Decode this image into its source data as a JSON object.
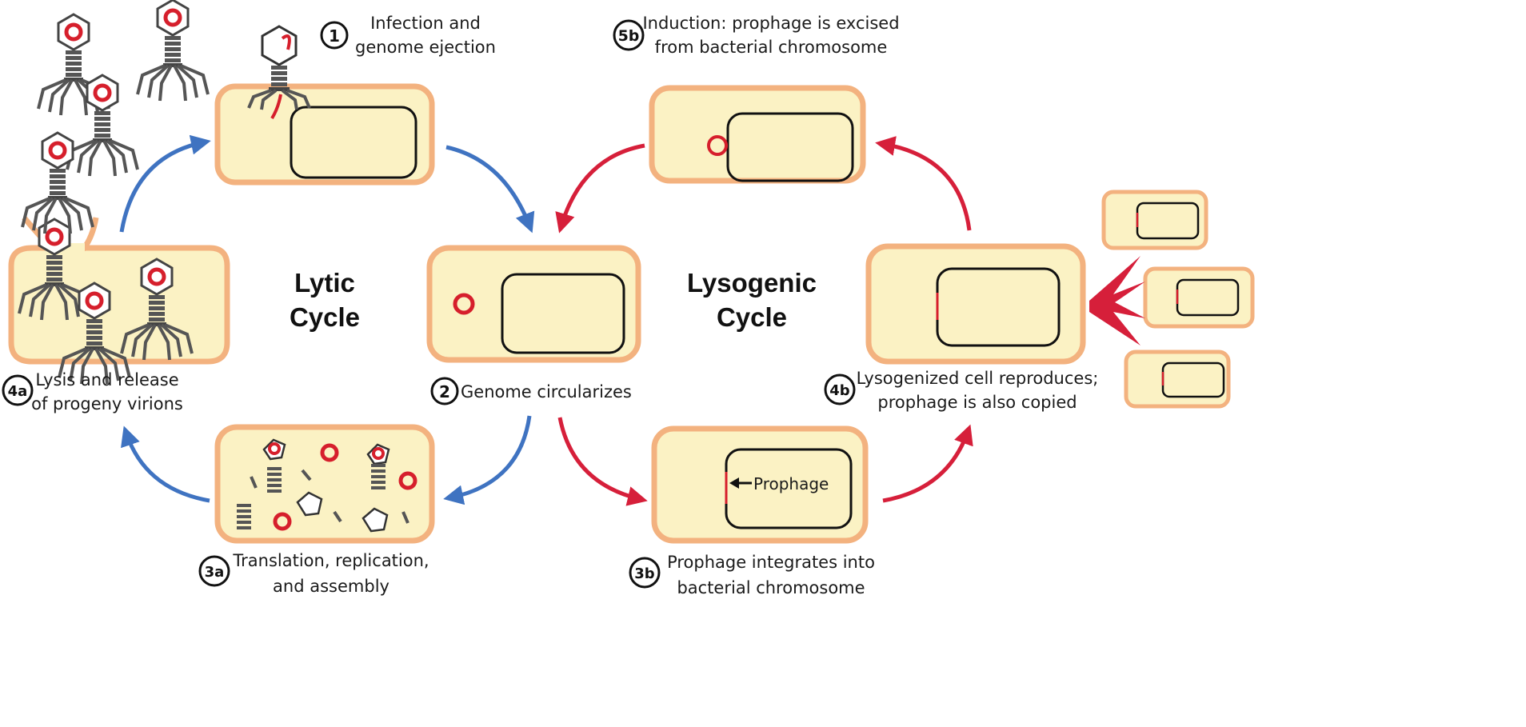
{
  "steps": {
    "s1": {
      "badge": "1",
      "line1": "Infection and",
      "line2": "genome ejection"
    },
    "s5b": {
      "badge": "5b",
      "line1": "Induction: prophage is excised",
      "line2": "from bacterial chromosome"
    },
    "s2": {
      "badge": "2",
      "line1": "Genome circularizes"
    },
    "s4a": {
      "badge": "4a",
      "line1": "Lysis and release",
      "line2": "of progeny virions"
    },
    "s4b": {
      "badge": "4b",
      "line1": "Lysogenized cell reproduces;",
      "line2": "prophage is also copied"
    },
    "s3a": {
      "badge": "3a",
      "line1": "Translation, replication,",
      "line2": "and assembly"
    },
    "s3b": {
      "badge": "3b",
      "line1": "Prophage integrates into",
      "line2": "bacterial chromosome"
    }
  },
  "cycles": {
    "lytic": {
      "line1": "Lytic",
      "line2": "Cycle"
    },
    "lysogenic": {
      "line1": "Lysogenic",
      "line2": "Cycle"
    }
  },
  "prophage_label": "Prophage",
  "colors": {
    "cell_fill": "#fbf2c4",
    "cell_border": "#f3b27f",
    "chromosome": "#111111",
    "phage_dna": "#d61f2c",
    "lytic_arrow": "#3f73c1",
    "lysogenic_arrow": "#d61f3a",
    "phage_body": "#555555"
  }
}
